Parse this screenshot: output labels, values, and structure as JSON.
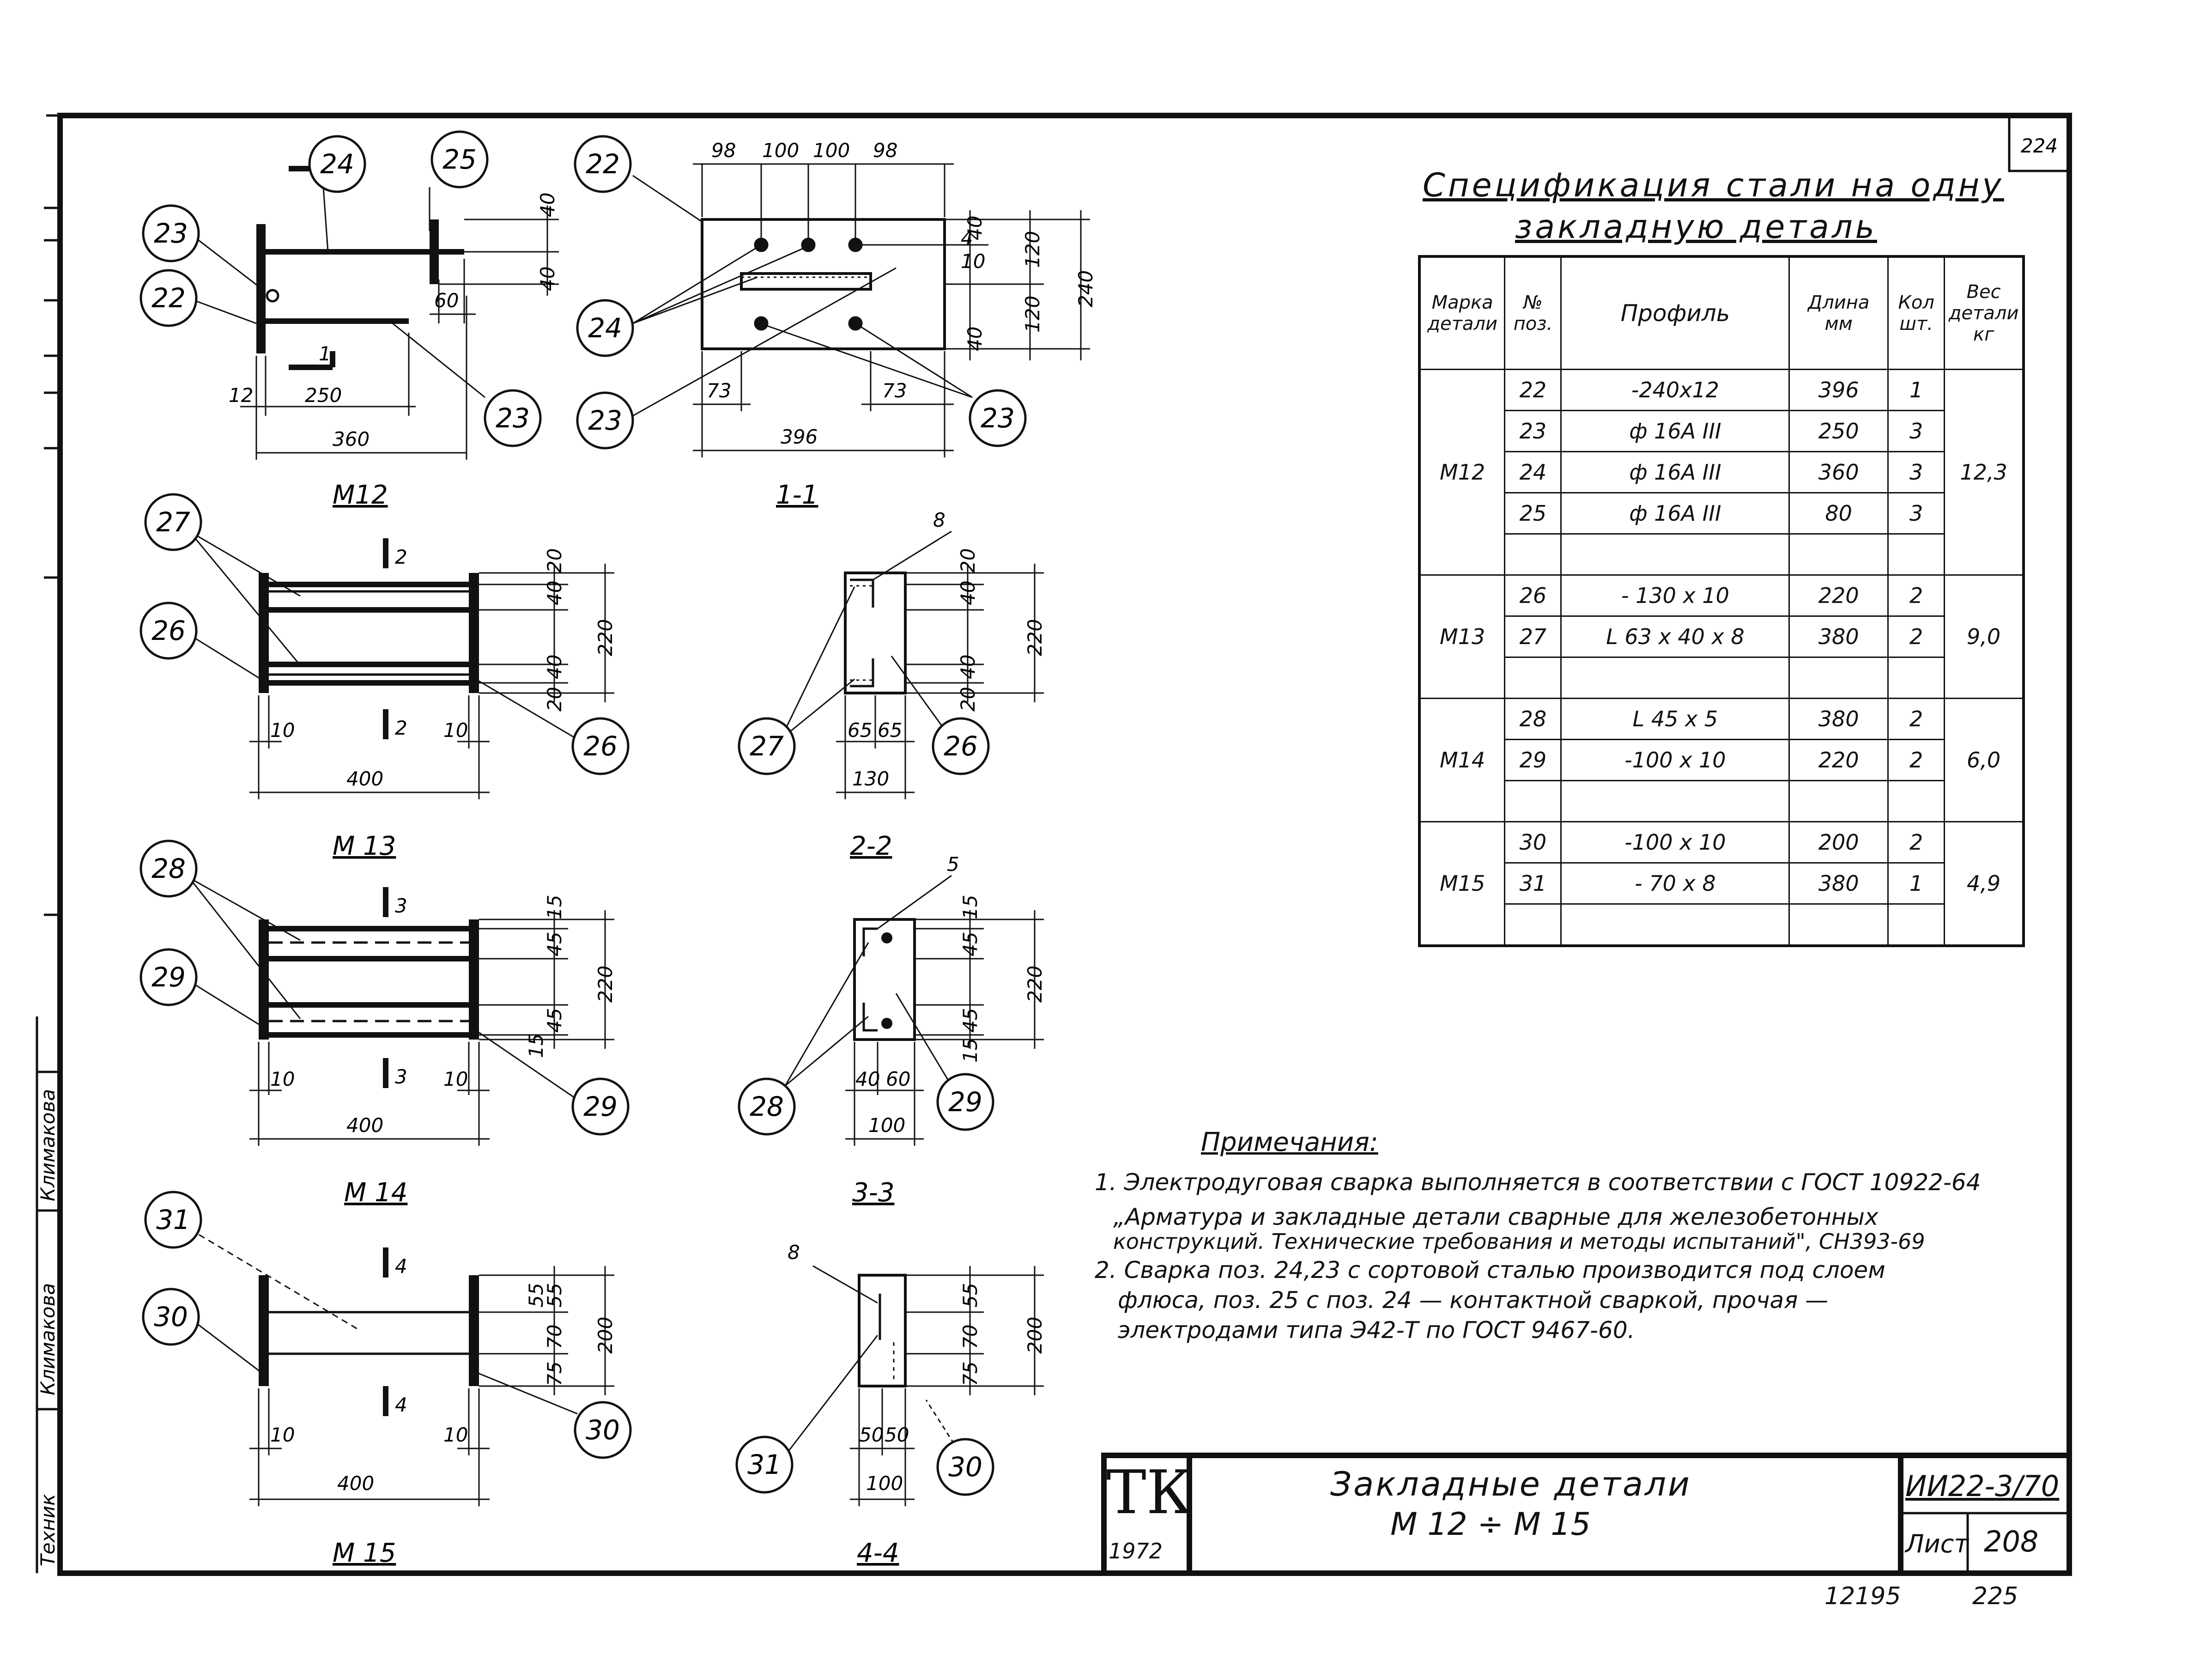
{
  "sheet": {
    "corner_number": "224",
    "footer_left": "12195",
    "footer_right": "225"
  },
  "specification": {
    "title_line1": "Спецификация стали на одну",
    "title_line2": "закладную деталь",
    "headers": [
      "Марка детали",
      "№ поз.",
      "Профиль",
      "Длина мм",
      "Кол шт.",
      "Вес детали кг"
    ],
    "groups": [
      {
        "mark": "М12",
        "weight": "12,3",
        "rows": [
          {
            "pos": "22",
            "profile": "-240x12",
            "length": "396",
            "qty": "1"
          },
          {
            "pos": "23",
            "profile": "ф 16А III",
            "length": "250",
            "qty": "3"
          },
          {
            "pos": "24",
            "profile": "ф 16А III",
            "length": "360",
            "qty": "3"
          },
          {
            "pos": "25",
            "profile": "ф 16А III",
            "length": "80",
            "qty": "3"
          }
        ]
      },
      {
        "mark": "М13",
        "weight": "9,0",
        "rows": [
          {
            "pos": "26",
            "profile": "- 130 x 10",
            "length": "220",
            "qty": "2"
          },
          {
            "pos": "27",
            "profile": "L 63 x 40 x 8",
            "length": "380",
            "qty": "2"
          }
        ]
      },
      {
        "mark": "М14",
        "weight": "6,0",
        "rows": [
          {
            "pos": "28",
            "profile": "L 45 x 5",
            "length": "380",
            "qty": "2"
          },
          {
            "pos": "29",
            "profile": "-100 x 10",
            "length": "220",
            "qty": "2"
          }
        ]
      },
      {
        "mark": "М15",
        "weight": "4,9",
        "rows": [
          {
            "pos": "30",
            "profile": "-100 x 10",
            "length": "200",
            "qty": "2"
          },
          {
            "pos": "31",
            "profile": "- 70 x 8",
            "length": "380",
            "qty": "1"
          }
        ]
      }
    ]
  },
  "notes": {
    "heading": "Примечания:",
    "lines": [
      "1. Электродуговая сварка выполняется в соответствии с ГОСТ 10922-64",
      "„Арматура и закладные детали сварные для железобетонных",
      "конструкций. Технические требования и методы испытаний\", СН393-69",
      "2. Сварка поз. 24,23  с сортовой сталью производится под слоем",
      "флюса, поз. 25 с поз. 24 — контактной сваркой, прочая —",
      "электродами типа Э42-Т по ГОСТ 9467-60."
    ]
  },
  "title_block": {
    "logo": "ТК",
    "year": "1972",
    "title_line1": "Закладные детали",
    "title_line2": "М 12 ÷ М 15",
    "series": "ИИ22-3/70",
    "sheet_label": "Лист",
    "sheet_number": "208"
  },
  "side_stamp": {
    "role": "Техник",
    "signature": "Климакова",
    "name": "Климакова"
  },
  "drawings": {
    "views": [
      {
        "id": "m12",
        "label": "М12"
      },
      {
        "id": "s11",
        "label": "1-1"
      },
      {
        "id": "m13",
        "label": "М 13"
      },
      {
        "id": "s22",
        "label": "2-2"
      },
      {
        "id": "m14",
        "label": "М 14"
      },
      {
        "id": "s33",
        "label": "3-3"
      },
      {
        "id": "m15",
        "label": "М 15"
      },
      {
        "id": "s44",
        "label": "4-4"
      }
    ],
    "callouts": {
      "c22a": "22",
      "c23a": "23",
      "c24a": "24",
      "c25": "25",
      "c23b": "23",
      "c22b": "22",
      "c24b": "24",
      "c23c": "23",
      "c23d": "23",
      "c27a": "27",
      "c26a": "26",
      "c26b": "26",
      "c27b": "27",
      "c26c": "26",
      "c28a": "28",
      "c29a": "29",
      "c29b": "29",
      "c28b": "28",
      "c29c": "29",
      "c31a": "31",
      "c30a": "30",
      "c30b": "30",
      "c31b": "31",
      "c30c": "30"
    },
    "dims": {
      "m12_40a": "40",
      "m12_40b": "40",
      "m12_60": "60",
      "m12_12": "12",
      "m12_250": "250",
      "m12_360": "360",
      "m12_sec1a": "1",
      "m12_sec1b": "1",
      "s11_98a": "98",
      "s11_100a": "100",
      "s11_100b": "100",
      "s11_98b": "98",
      "s11_40a": "40",
      "s11_4": "4",
      "s11_10": "10",
      "s11_120a": "120",
      "s11_120b": "120",
      "s11_240": "240",
      "s11_40b": "40",
      "s11_73a": "73",
      "s11_73b": "73",
      "s11_396": "396",
      "m13_20a": "20",
      "m13_40a": "40",
      "m13_40b": "40",
      "m13_20b": "20",
      "m13_220": "220",
      "m13_10a": "10",
      "m13_10b": "10",
      "m13_400": "400",
      "m13_sec2a": "2",
      "m13_sec2b": "2",
      "s22_8": "8",
      "s22_20a": "20",
      "s22_40a": "40",
      "s22_40b": "40",
      "s22_20b": "20",
      "s22_220": "220",
      "s22_65a": "65",
      "s22_65b": "65",
      "s22_130": "130",
      "m14_15a": "15",
      "m14_45a": "45",
      "m14_45b": "45",
      "m14_15b": "15",
      "m14_220": "220",
      "m14_10a": "10",
      "m14_10b": "10",
      "m14_400": "400",
      "m14_sec3a": "3",
      "m14_sec3b": "3",
      "s33_5": "5",
      "s33_15a": "15",
      "s33_45a": "45",
      "s33_45b": "45",
      "s33_15b": "15",
      "s33_220": "220",
      "s33_40": "40",
      "s33_60": "60",
      "s33_100": "100",
      "m15_55": "55",
      "m15_70": "70",
      "m15_75": "75",
      "m15_200": "200",
      "m15_10a": "10",
      "m15_10b": "10",
      "m15_400": "400",
      "m15_sec4a": "4",
      "m15_sec4b": "4",
      "s44_8": "8",
      "s44_55": "55",
      "s44_70": "70",
      "s44_75": "75",
      "s44_200": "200",
      "s44_50a": "50",
      "s44_50b": "50",
      "s44_100": "100"
    }
  }
}
